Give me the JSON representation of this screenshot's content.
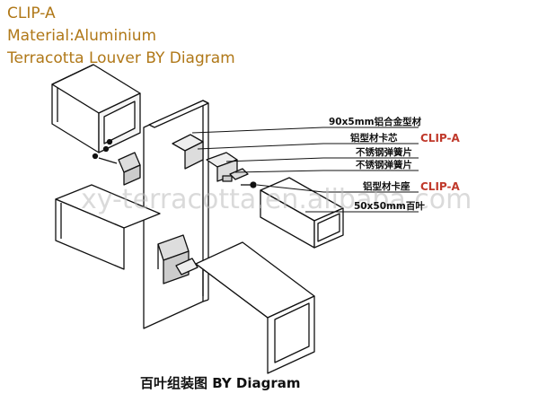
{
  "header": {
    "line1": "CLIP-A",
    "line2": "Material:Aluminium",
    "line3": "Terracotta Louver BY Diagram",
    "color": "#b07818"
  },
  "labels": {
    "profile_90x5": "90x5mm铝合金型材",
    "core_clip": "铝型材卡芯",
    "core_clip_tag": "CLIP-A",
    "spring1": "不锈钢弹簧片",
    "spring2": "不锈钢弹簧片",
    "base_clip": "铝型材卡座",
    "base_clip_tag": "CLIP-A",
    "louver_50x50": "50x50mm百叶",
    "tag_color": "#c0392b"
  },
  "watermark": "xy-terracotta.en.alibaba.com",
  "caption": "百叶组装图 BY Diagram"
}
